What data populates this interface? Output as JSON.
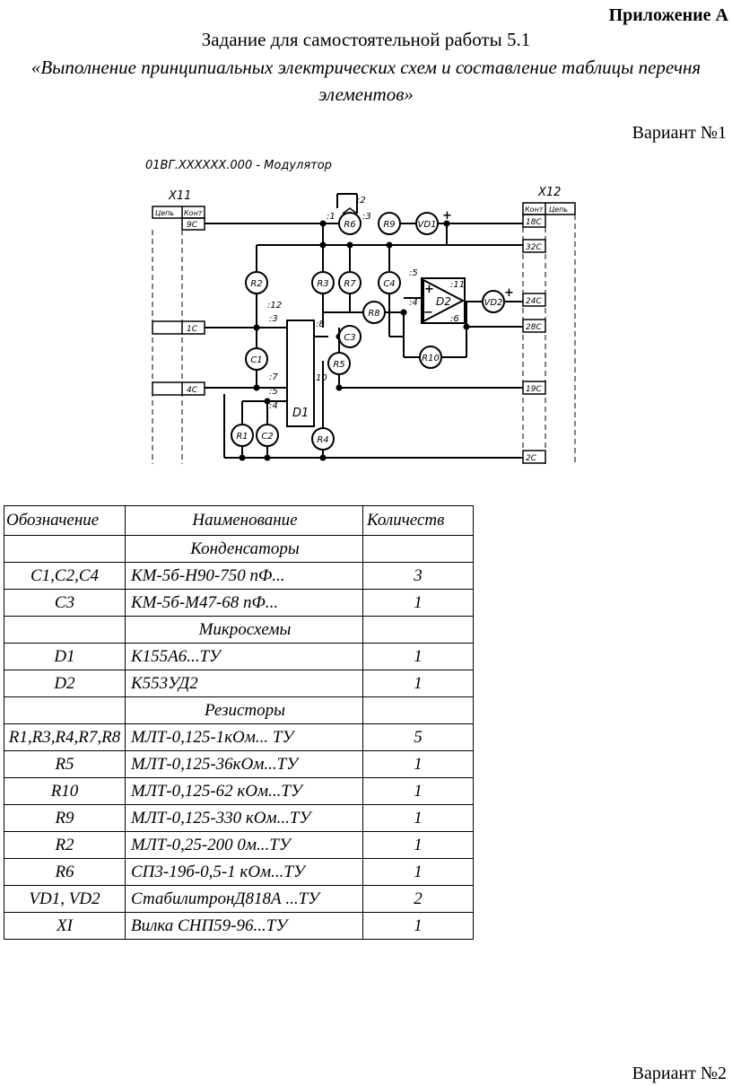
{
  "header": {
    "appendix": "Приложение А",
    "task": "Задание для самостоятельной работы 5.1",
    "subtitle": "«Выполнение принципиальных электрических схем и составление таблицы перечня элементов»",
    "variant1": "Вариант №1",
    "variant2": "Вариант №2"
  },
  "schematic": {
    "title": "01ВГ.XXXXXX.000 - Модулятор",
    "left_connector": {
      "name": "X11",
      "col1": "Цепь",
      "col2": "Конт",
      "pins": [
        "9С",
        "1С",
        "4С"
      ]
    },
    "right_connector": {
      "name": "X12",
      "col1": "Конт",
      "col2": "Цепь",
      "pins": [
        "18С",
        "32С",
        "24С",
        "28С",
        "19С",
        "2С"
      ]
    },
    "components": [
      "R6",
      "R9",
      "VD1",
      "R2",
      "R3",
      "R7",
      "C4",
      "R8",
      "D2",
      "VD2",
      "C3",
      "R10",
      "R5",
      "C1",
      "D1",
      "R1",
      "C2",
      "R4"
    ],
    "pin_labels": [
      ":1",
      ":2",
      ":3",
      ":12",
      ":3",
      ":8",
      ":7",
      ":5",
      ":4",
      "10",
      ":5",
      ":4",
      ":11",
      ":6"
    ],
    "signs": [
      "+",
      "+",
      "+",
      "−"
    ]
  },
  "table": {
    "headers": [
      "Обозначение",
      "Наименование",
      "Количеств"
    ],
    "rows": [
      {
        "group": "Конденсаторы"
      },
      {
        "des": "С1,С2,С4",
        "name": "КМ-5б-Н90-750 пФ...",
        "qty": "3"
      },
      {
        "des": "С3",
        "name": "КМ-5б-М47-68 пФ...",
        "qty": "1"
      },
      {
        "group": "Микросхемы"
      },
      {
        "des": "D1",
        "name": "К155А6...ТУ",
        "qty": "1"
      },
      {
        "des": "D2",
        "name": "К553УД2",
        "qty": "1"
      },
      {
        "group": "Резисторы"
      },
      {
        "des": "R1,R3,R4,R7,R8",
        "name": "МЛТ-0,125-1кОм... ТУ",
        "qty": "5"
      },
      {
        "des": "R5",
        "name": "МЛТ-0,125-36кОм...ТУ",
        "qty": "1"
      },
      {
        "des": "R10",
        "name": "МЛТ-0,125-62 кОм...ТУ",
        "qty": "1"
      },
      {
        "des": "R9",
        "name": "МЛТ-0,125-330 кОм...ТУ",
        "qty": "1"
      },
      {
        "des": "R2",
        "name": "МЛТ-0,25-200 0м...ТУ",
        "qty": "1"
      },
      {
        "des": "R6",
        "name": "СП3-19б-0,5-1 кОм...ТУ",
        "qty": "1"
      },
      {
        "des": "VD1, VD2",
        "name": "СтабилитронД818А ...ТУ",
        "qty": "2"
      },
      {
        "des": "XI",
        "name": "Вилка СНП59-96...ТУ",
        "qty": "1"
      }
    ]
  }
}
